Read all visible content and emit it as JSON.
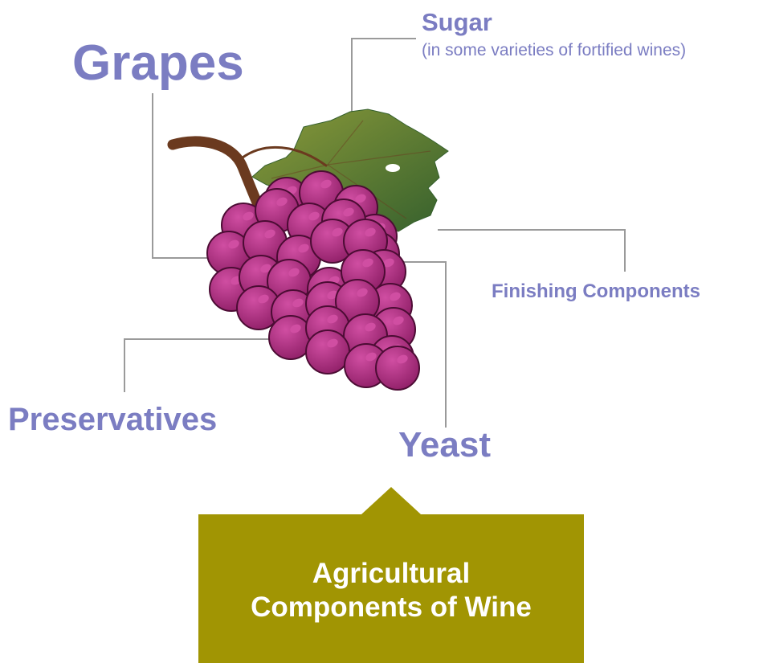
{
  "diagram": {
    "colors": {
      "label": "#7b7dc2",
      "connector": "#9a9a9a",
      "title_box": "#a19503",
      "title_text": "#ffffff",
      "grape": "#8e1e66",
      "grape_outline": "#4c0c34",
      "grape_highlight": "#d04ea2",
      "stem": "#6b3a1f",
      "leaf_light": "#8b9a3a",
      "leaf_dark": "#35602d"
    },
    "labels": {
      "grapes": "Grapes",
      "sugar": "Sugar",
      "sugar_note": "(in some varieties of fortified wines)",
      "finishing": "Finishing Components",
      "preservatives": "Preservatives",
      "yeast": "Yeast"
    },
    "title": {
      "line1": "Agricultural",
      "line2": "Components of Wine"
    },
    "icons": {
      "illustration": "grape-bunch-icon",
      "leaf": "grape-leaf-icon"
    }
  }
}
